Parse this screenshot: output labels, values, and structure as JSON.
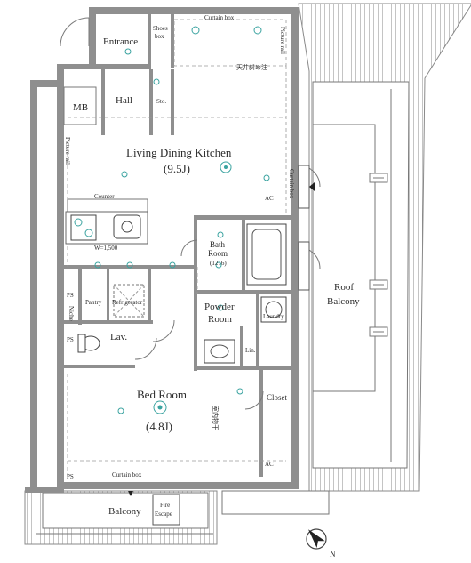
{
  "rooms": {
    "entrance": "Entrance",
    "shoes_box_1": "Shoes",
    "shoes_box_2": "box",
    "mb": "MB",
    "hall": "Hall",
    "storage": "Sto.",
    "ldk_name": "Living Dining Kitchen",
    "ldk_size": "(9.5J)",
    "counter": "Counter",
    "kitchen_width": "W=1,500",
    "pantry": "Pantry",
    "refrigerator": "Refrigerator",
    "bath_1": "Bath",
    "bath_2": "Room",
    "bath_size": "(1216)",
    "powder_1": "Powder",
    "powder_2": "Room",
    "laundry": "Laundry",
    "lav": "Lav.",
    "lin": "Lin.",
    "closet": "Closet",
    "bedroom_name": "Bed Room",
    "bedroom_size": "(4.8J)",
    "roof_balcony_1": "Roof",
    "roof_balcony_2": "Balcony",
    "balcony": "Balcony",
    "fire_escape_1": "Fire",
    "fire_escape_2": "Escape",
    "ps_1": "PS",
    "ps_2": "PS",
    "ps_3": "PS",
    "niche": "Niche",
    "curtain_box_top": "Curtain box",
    "curtain_box_bottom": "Curtain box",
    "curtain_box_side": "Curtain box",
    "picture_rail_left": "Picture rail",
    "picture_rail_top": "Picture rail",
    "ceiling_note": "天井斜め注",
    "indoor_drying": "室内物干",
    "ac_1": "AC",
    "ac_2": "AC",
    "compass": "N"
  }
}
